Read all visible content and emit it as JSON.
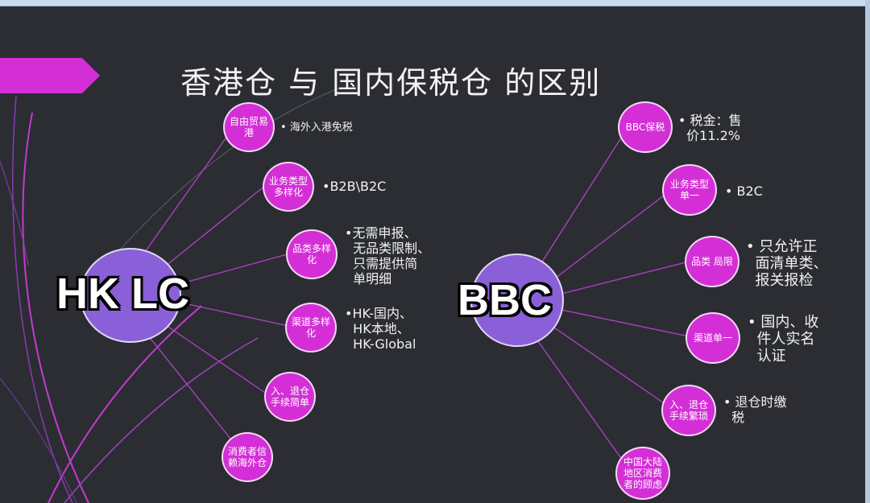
{
  "title": "香港仓 与 国内保税仓 的区别",
  "left": {
    "hub": "HK LC",
    "nodes": [
      {
        "label": "自由贸易港",
        "desc": "• 海外入港免税"
      },
      {
        "label": "业务类型多样化",
        "desc": "•B2B\\B2C"
      },
      {
        "label": "品类多样化",
        "desc": "•无需申报、\n  无品类限制、\n  只需提供简\n  单明细"
      },
      {
        "label": "渠道多样化",
        "desc": "•HK-国内、\n  HK本地、\n  HK-Global"
      },
      {
        "label": "入、退仓手续简单",
        "desc": ""
      },
      {
        "label": "消费者信赖海外仓",
        "desc": ""
      }
    ]
  },
  "right": {
    "hub": "BBC",
    "nodes": [
      {
        "label": "BBC保税",
        "desc": "• 税金：售\n  价11.2%"
      },
      {
        "label": "业务类型单一",
        "desc": "• B2C"
      },
      {
        "label": "品类 局限",
        "desc": "• 只允许正\n  面清单类、\n  报关报检"
      },
      {
        "label": "渠道单一",
        "desc": "• 国内、收\n  件人实名\n  认证"
      },
      {
        "label": "入、退仓手续繁琐",
        "desc": "• 退仓时缴\n  税"
      },
      {
        "label": "中国大陆地区消费者的顾虑",
        "desc": ""
      }
    ]
  },
  "colors": {
    "background": "#2b2d33",
    "hub": "#8a60d8",
    "node": "#d42fd6",
    "arrow": "#d42fd6"
  }
}
